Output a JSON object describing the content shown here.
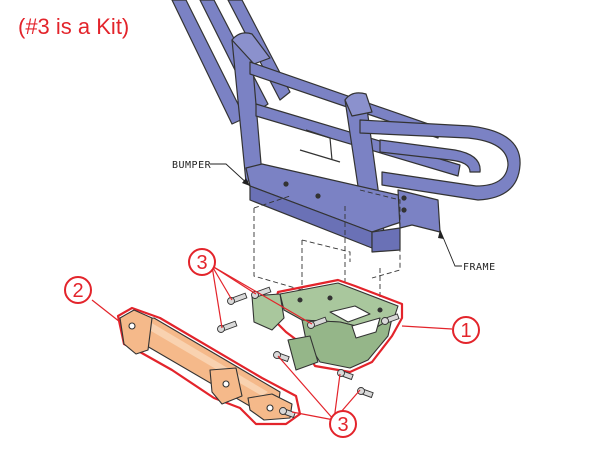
{
  "note": "(#3 is a Kit)",
  "labels": {
    "bumper": "BUMPER",
    "frame": "FRAME"
  },
  "callouts": {
    "part1": "1",
    "part2": "2",
    "part3_top": "3",
    "part3_bottom": "3"
  },
  "colors": {
    "callout_red": "#e3242b",
    "bumper_blue": "#7b82c4",
    "mount_green": "#a9c79d",
    "crossbar_orange": "#f5b98a",
    "outline": "#333333"
  }
}
